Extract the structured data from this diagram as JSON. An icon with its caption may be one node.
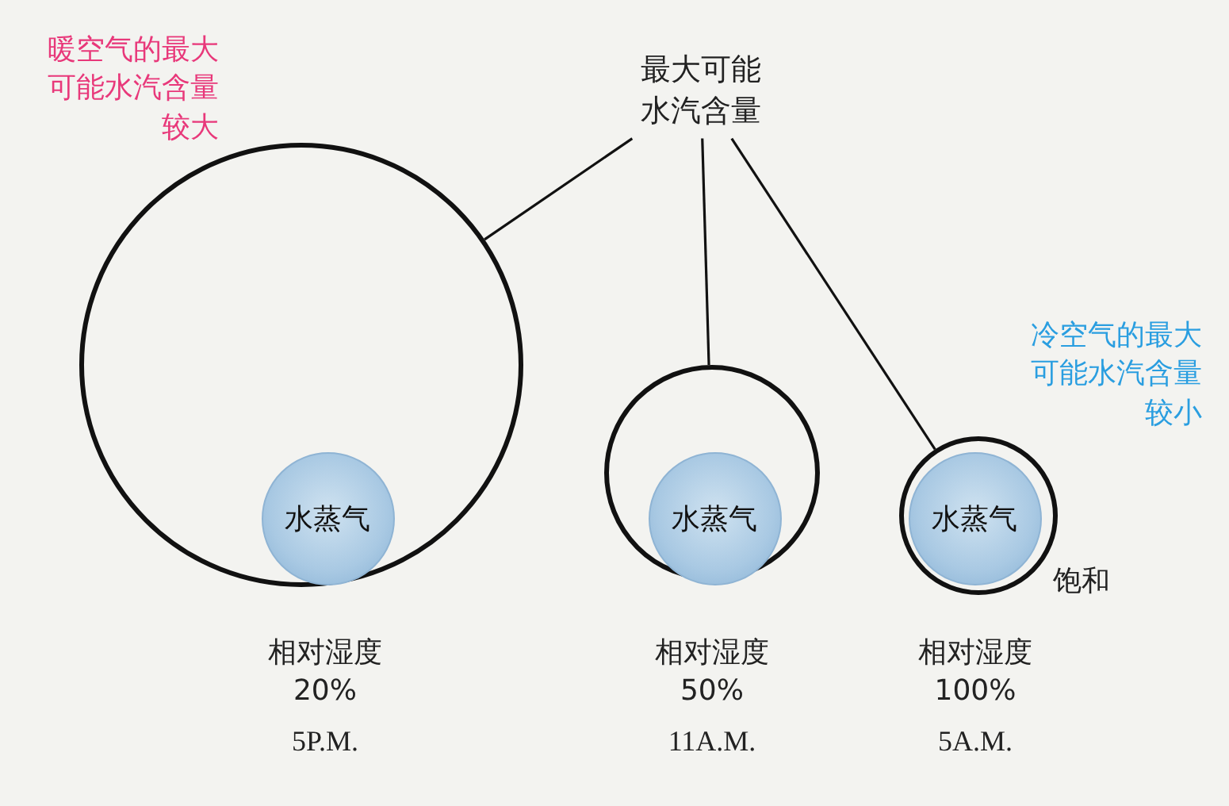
{
  "diagram": {
    "nodes": [
      {
        "text": [
          "最大可能水汽含量"
        ]
      },
      {
        "text": [],
        "shape": "circle",
        "beside": [
          "暖空气的最大可能水汽含量较大"
        ]
      },
      {
        "text": [
          "水蒸气"
        ],
        "in": 1
      },
      {
        "text": [],
        "shape": "circle"
      },
      {
        "text": [
          "水蒸气"
        ],
        "in": 3
      },
      {
        "text": [],
        "shape": "circle",
        "beside": [
          "冷空气的最大可能水汽含量较小",
          "饱和"
        ]
      },
      {
        "text": [
          "水蒸气"
        ],
        "in": 5
      }
    ],
    "edges": [
      {
        "from": 0,
        "to": 1,
        "arrow": "none"
      },
      {
        "from": 0,
        "to": 3,
        "arrow": "none"
      },
      {
        "from": 0,
        "to": 5,
        "arrow": "none"
      }
    ],
    "labels": [
      "相对湿度 20%",
      "相对湿度 50%",
      "相对湿度 100%",
      "5P.M.",
      "11A.M.",
      "5A.M."
    ]
  }
}
